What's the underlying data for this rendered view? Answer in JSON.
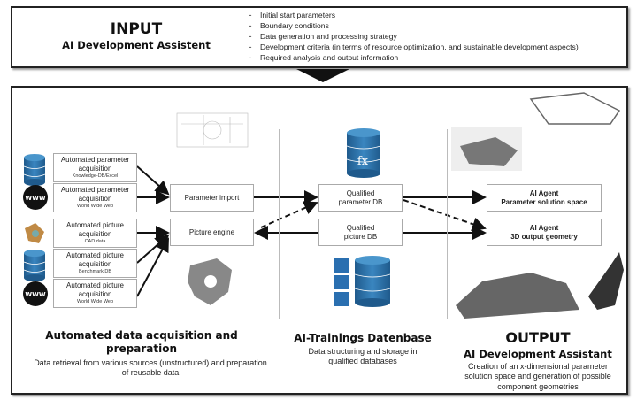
{
  "input": {
    "title": "INPUT",
    "subtitle": "AI Development Assistent",
    "bullets": [
      "Initial start parameters",
      "Boundary conditions",
      "Data generation and processing strategy",
      "Development criteria (in terms of resource optimization, and sustainable development aspects)",
      "Required analysis and output information"
    ]
  },
  "sources": [
    {
      "title": "Automated parameter acquisition",
      "sub": "Knowledge-DB/Excel",
      "icon": "database-icon"
    },
    {
      "title": "Automated parameter acquisition",
      "sub": "World Wide Web",
      "icon": "www-globe-icon"
    },
    {
      "title": "Automated picture acquisition",
      "sub": "CAD data",
      "icon": "cad-part-icon"
    },
    {
      "title": "Automated picture acquisition",
      "sub": "Benchmark DB",
      "icon": "database-icon"
    },
    {
      "title": "Automated picture acquisition",
      "sub": "World Wide Web",
      "icon": "www-globe-icon"
    }
  ],
  "processing": {
    "parameter_import": "Parameter import",
    "picture_engine": "Picture engine"
  },
  "databases": {
    "parameter_db": "Qualified parameter DB",
    "picture_db": "Qualified picture DB",
    "fx_symbol": "fx"
  },
  "agents": [
    {
      "title": "AI Agent",
      "sub": "Parameter solution space"
    },
    {
      "title": "AI Agent",
      "sub": "3D output geometry"
    }
  ],
  "sections": {
    "acquisition": {
      "title": "Automated data acquisition and preparation",
      "desc": "Data retrieval from various sources (unstructured) and preparation of reusable data"
    },
    "training": {
      "title": "AI-Trainings Datenbase",
      "desc": "Data structuring and storage in qualified databases"
    },
    "output": {
      "title": "OUTPUT",
      "subtitle": "AI Development Assistant",
      "desc": "Creation of an x-dimensional parameter solution space and generation of possible component geometries"
    }
  },
  "colors": {
    "db_blue": "#2f6fa6",
    "border": "#222222"
  }
}
